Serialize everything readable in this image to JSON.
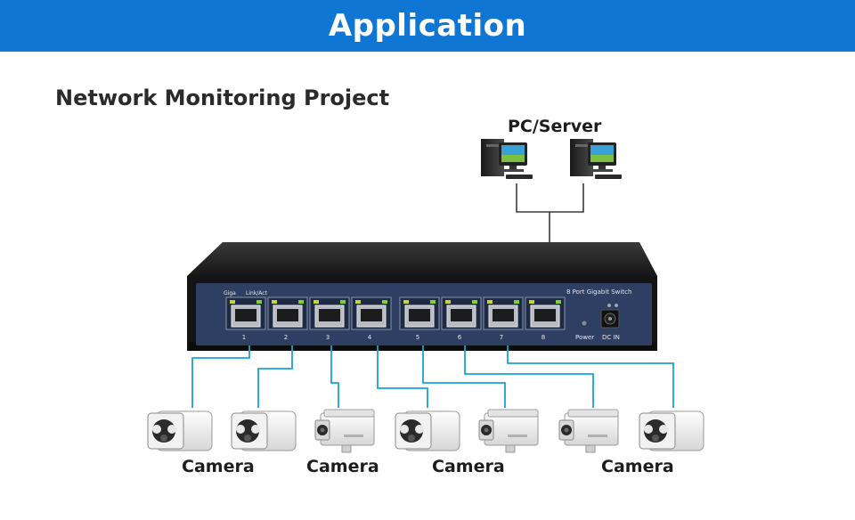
{
  "header": {
    "title": "Application"
  },
  "project": {
    "title": "Network Monitoring Project"
  },
  "server": {
    "label": "PC/Server"
  },
  "switch": {
    "name": "8 Port Gigabit  Switch",
    "led_labels": [
      "Giga",
      "Link/Act"
    ],
    "ports": [
      "1",
      "2",
      "3",
      "4",
      "5",
      "6",
      "7",
      "8"
    ],
    "power_label": "Power",
    "dc_label": "DC IN"
  },
  "cameras": {
    "labels": [
      "Camera",
      "Camera",
      "Camera",
      "Camera"
    ]
  },
  "colors": {
    "header": "#0f76d3",
    "cable": "#1aa3d8",
    "switch_panel": "#2f3f63"
  }
}
